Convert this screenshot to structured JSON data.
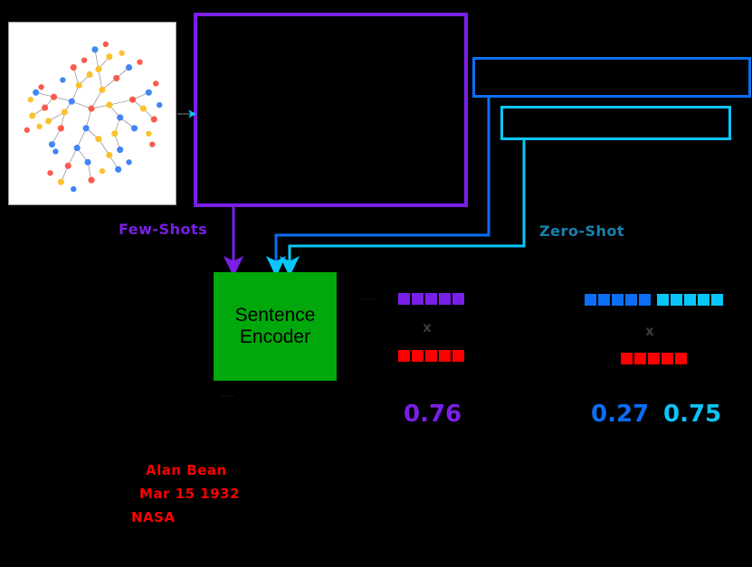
{
  "diagram": {
    "title": "Few-Shot vs Zero-Shot knowledge-graph verbalization similarity pipeline",
    "background_color": "#000000"
  },
  "knowledge_graph": {
    "name": "knowledge-graph-thumbnail",
    "background": "#ffffff",
    "node_colors": [
      "#4285F4",
      "#FB5B4B",
      "#FBC02D"
    ],
    "edge_color": "#8a8a8a",
    "node_count_blue": 48,
    "node_count_red": 42,
    "node_count_yellow": 38
  },
  "boxes": {
    "fewshot_prompt": {
      "label": "",
      "border_color": "#7A1FE8"
    },
    "zeroshot_prompt_1": {
      "label": "",
      "border_color": "#0B6EF5"
    },
    "zeroshot_prompt_2": {
      "label": "",
      "border_color": "#09C6F9"
    }
  },
  "encoder": {
    "line1": "Sentence",
    "line2": "Encoder",
    "fill_color": "#00A80B",
    "text_color": "#000000"
  },
  "labels": {
    "fewshots": "Few-Shots",
    "fewshots_color": "#7A1FE8",
    "zeroshot": "Zero-Shot",
    "zeroshot_color": "#1683B0"
  },
  "entity": {
    "lines": [
      "Alan  Bean",
      "Mar  15  1932",
      "NASA"
    ],
    "color": "#FF0000"
  },
  "vectors": {
    "fewshot_prediction": {
      "color": "#7A1FE8",
      "cells": 5,
      "name": "few-shot prediction embedding"
    },
    "fewshot_reference": {
      "color": "#FF0000",
      "cells": 5,
      "name": "reference embedding"
    },
    "zeroshot_prediction_1": {
      "color": "#0B6EF5",
      "cells": 5,
      "name": "zero-shot prediction embedding 1"
    },
    "zeroshot_prediction_2": {
      "color": "#09C6F9",
      "cells": 5,
      "name": "zero-shot prediction embedding 2"
    },
    "zeroshot_reference": {
      "color": "#FF0000",
      "cells": 5,
      "name": "reference embedding"
    },
    "operator": "x",
    "operator_color": "#3a3a3a"
  },
  "scores": {
    "fewshot": "0.76",
    "fewshot_color": "#7A1FE8",
    "zeroshot_1": "0.27",
    "zeroshot_1_color": "#0B6EF5",
    "zeroshot_2": "0.75",
    "zeroshot_2_color": "#09C6F9"
  },
  "arrows": {
    "graph_to_prompt": "cyan arrowhead into few-shot prompt box",
    "fewshot_to_encoder": "purple arrow down into sentence encoder",
    "zeroshot1_to_encoder": "cyan arrow down into sentence encoder",
    "zeroshot2_to_encoder": "cyan arrow down into sentence encoder",
    "entity_to_encoder": "cyan arrow up into sentence encoder",
    "encoder_to_vectors": "cyan arrowhead toward embeddings"
  }
}
